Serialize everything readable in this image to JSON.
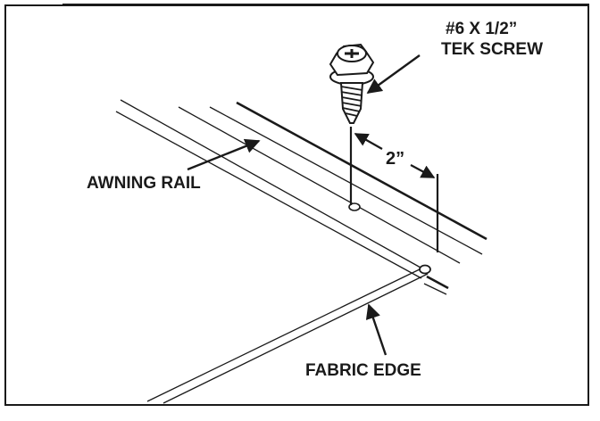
{
  "labels": {
    "screw_line1": "#6 X 1/2”",
    "screw_line2": "TEK SCREW",
    "dimension": "2”",
    "awning_rail": "AWNING RAIL",
    "fabric_edge": "FABRIC EDGE"
  },
  "colors": {
    "ink": "#1a1a1a",
    "paper": "#ffffff"
  }
}
